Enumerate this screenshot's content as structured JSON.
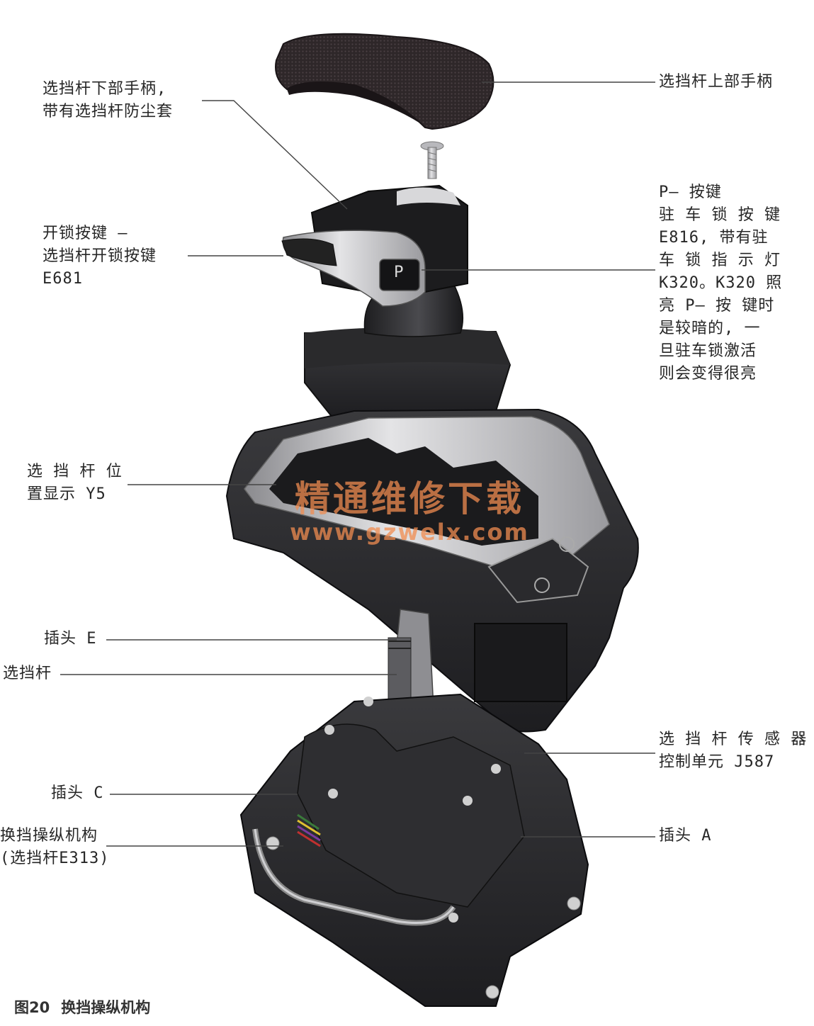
{
  "figure": {
    "caption_number": "图20",
    "caption_title": "换挡操纵机构"
  },
  "labels": {
    "upper_knob": [
      "选挡杆上部手柄"
    ],
    "lower_knob": [
      "选挡杆下部手柄,",
      "带有选挡杆防尘套"
    ],
    "unlock_button": [
      "开锁按键 –",
      "选挡杆开锁按键",
      "E681"
    ],
    "p_button": [
      "P– 按键",
      "驻 车 锁 按 键",
      "E816, 带有驻",
      "车 锁 指 示 灯",
      "K320。K320 照",
      "亮 P– 按 键时",
      "是较暗的, 一",
      "旦驻车锁激活",
      "则会变得很亮"
    ],
    "position_display": [
      "选 挡 杆 位",
      "置显示 Y5"
    ],
    "connector_e": [
      "插头 E"
    ],
    "selector_lever": [
      "选挡杆"
    ],
    "sensor_unit": [
      "选 挡 杆 传 感 器",
      "控制单元 J587"
    ],
    "connector_c": [
      "插头 C"
    ],
    "shift_mechanism": [
      "换挡操纵机构",
      "(选挡杆E313)"
    ],
    "connector_a": [
      "插头 A"
    ]
  },
  "parts": {
    "p_key_letter": "P"
  },
  "watermark": {
    "text": "精通维修下载",
    "url": "www.gzwelx.com"
  },
  "colors": {
    "body_dark": "#2b2b2d",
    "metal": "#c9c9cc",
    "leader": "#444444",
    "watermark": "#f08c50"
  }
}
